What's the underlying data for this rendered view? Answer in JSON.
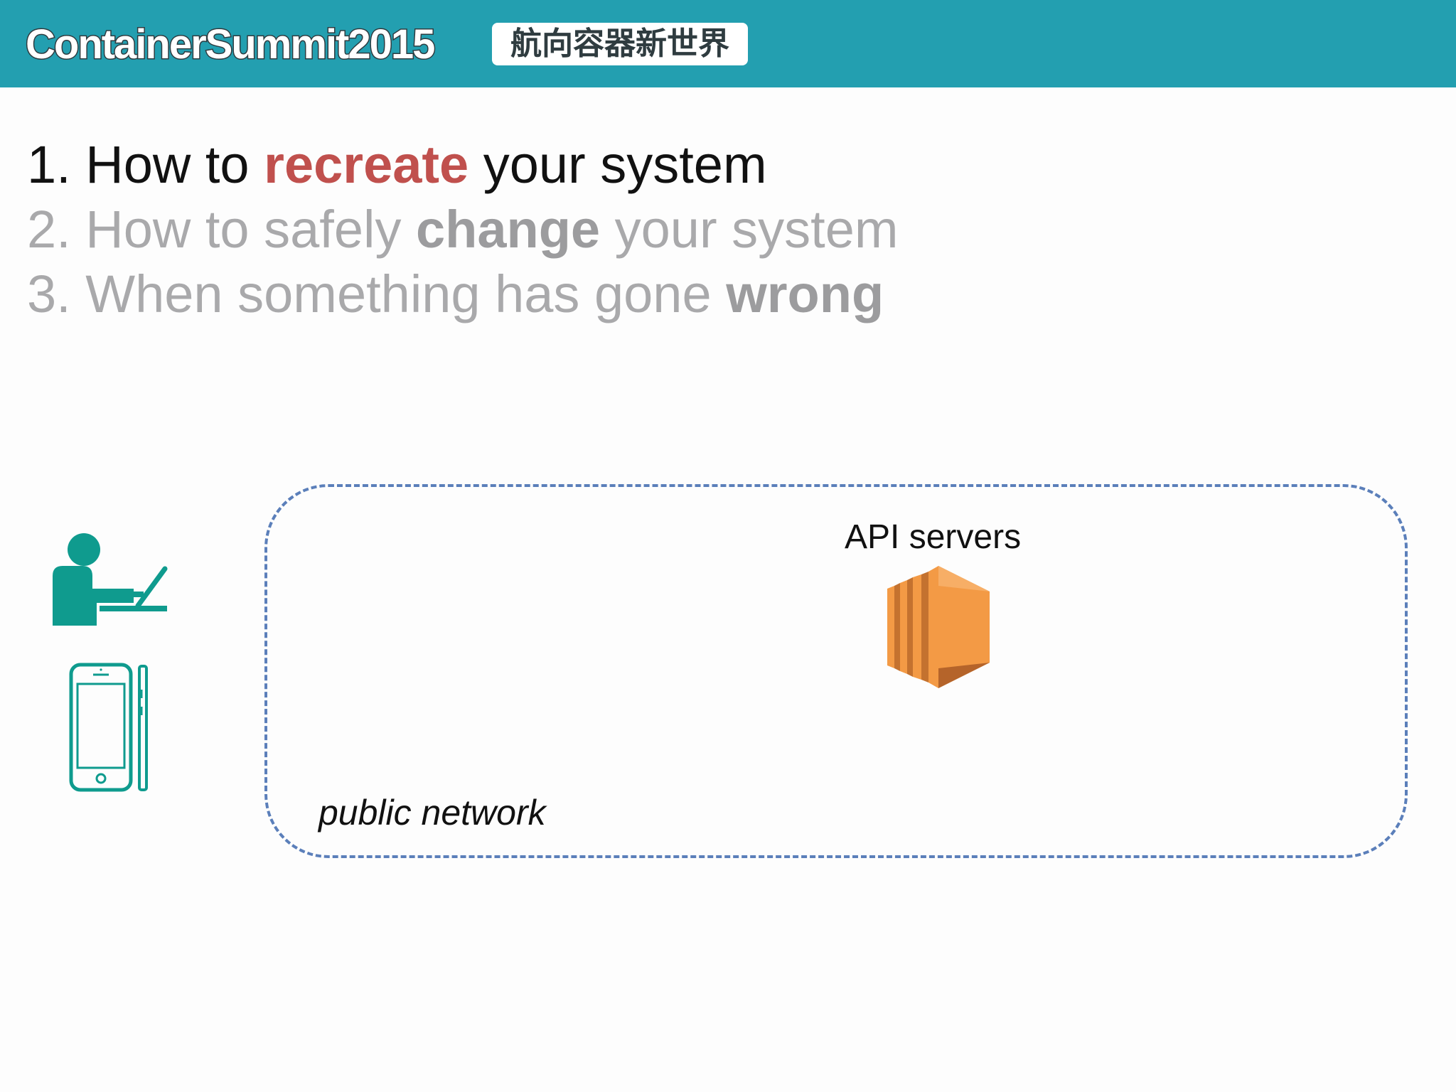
{
  "header": {
    "brand": "ContainerSummit2015",
    "tagline": "航向容器新世界",
    "background_color": "#239fb0"
  },
  "agenda": [
    {
      "prefix": "1. How to ",
      "keyword": "recreate",
      "suffix": " your system",
      "state": "active"
    },
    {
      "prefix": "2. How to safely ",
      "keyword": "change",
      "suffix": " your system",
      "state": "dim"
    },
    {
      "prefix": "3. When something has gone ",
      "keyword": "wrong",
      "suffix": "",
      "state": "dim"
    }
  ],
  "diagram": {
    "network_label": "public network",
    "server_label": "API servers",
    "icons": [
      "user-laptop-icon",
      "smartphone-icon",
      "server-cluster-icon"
    ],
    "colors": {
      "accent": "#c0504d",
      "teal": "#0f9b8e",
      "server_orange": "#f39a45",
      "dashed_border": "#5b7fba"
    }
  }
}
